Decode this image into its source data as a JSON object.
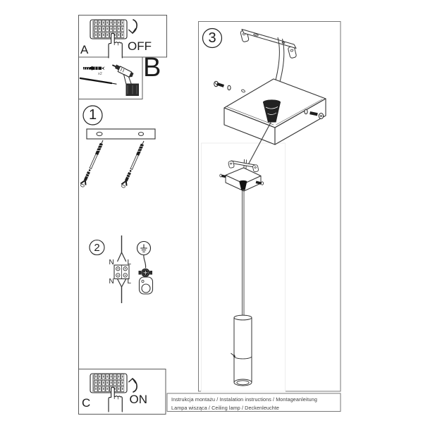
{
  "steps": {
    "a": {
      "label": "A",
      "action": "OFF"
    },
    "b": {
      "label": "B",
      "screw_count": "x2"
    },
    "c": {
      "label": "C",
      "action": "ON"
    },
    "s1": {
      "number": "1"
    },
    "s2": {
      "number": "2",
      "terminals": {
        "n_top": "N",
        "l_top": "L",
        "n_bottom": "N",
        "l_bottom": "L"
      }
    },
    "s3": {
      "number": "3"
    }
  },
  "footer": {
    "line1": "Instrukcja montażu / Instalation instructions / Montageanleitung",
    "line2": "Lampa wisząca / Ceiling lamp / Deckenleuchte"
  },
  "icons": {
    "breaker": "fuse-box-drawing",
    "hand": "pressing-hand-drawing",
    "arrow_off": "curved-arrow-down",
    "arrow_on": "curved-arrow-up",
    "drill": "power-drill-drawing",
    "wall_plug": "screw-and-wall-plug",
    "drill_bit": "drill-bit",
    "bracket": "mounting-bracket-with-screws",
    "terminal_block": "wire-terminal-block",
    "earth": "earth-ground-symbol",
    "ground_terminal": "ground-terminal-clamp",
    "canopy": "ceiling-canopy-exploded",
    "pendant": "pendant-lamp-cylinder"
  },
  "colors": {
    "ink": "#222222",
    "panel_border": "#5a5a5a",
    "light_border": "#777777",
    "muted_text": "#3c3c3c",
    "background": "#ffffff"
  }
}
